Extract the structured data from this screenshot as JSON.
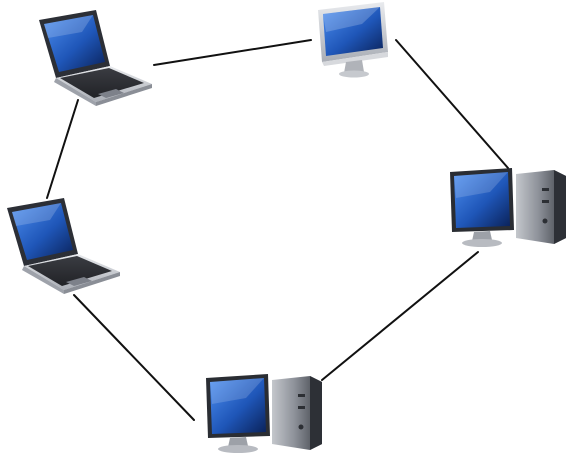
{
  "nodes": [
    {
      "id": "laptop-top-left",
      "kind": "laptop",
      "icon": "laptop-icon"
    },
    {
      "id": "imac-top",
      "kind": "all-in-one",
      "icon": "all-in-one-computer-icon"
    },
    {
      "id": "laptop-left",
      "kind": "laptop",
      "icon": "laptop-icon"
    },
    {
      "id": "desktop-right",
      "kind": "desktop",
      "icon": "desktop-computer-icon"
    },
    {
      "id": "desktop-bottom",
      "kind": "desktop",
      "icon": "desktop-computer-icon"
    }
  ],
  "links": [
    {
      "from": "laptop-top-left",
      "to": "imac-top"
    },
    {
      "from": "imac-top",
      "to": "desktop-right"
    },
    {
      "from": "desktop-right",
      "to": "desktop-bottom"
    },
    {
      "from": "desktop-bottom",
      "to": "laptop-left"
    },
    {
      "from": "laptop-left",
      "to": "laptop-top-left"
    }
  ],
  "colors": {
    "screen_blue": "#2f6fd1",
    "screen_dark": "#0d2a6e",
    "silver": "#c9ccd2",
    "dark_gray": "#3a3d44",
    "link_stroke": "#111111"
  }
}
